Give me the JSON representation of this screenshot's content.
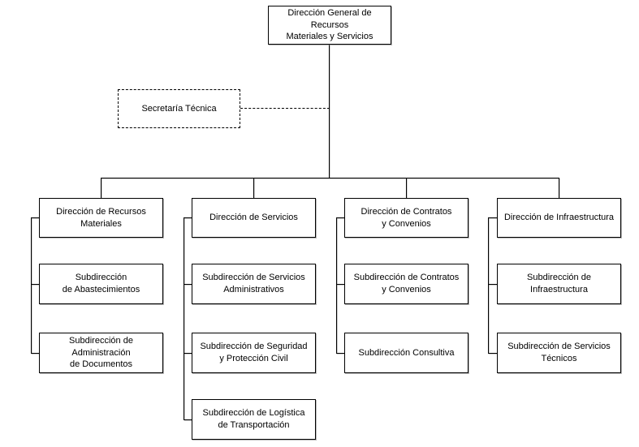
{
  "org_chart": {
    "root": {
      "label": "Dirección General de Recursos\nMateriales y Servicios"
    },
    "advisory": {
      "label": "Secretaría Técnica"
    },
    "columns": [
      {
        "head": {
          "label": "Dirección de Recursos\nMateriales"
        },
        "children": [
          {
            "label": "Subdirección\nde Abastecimientos"
          },
          {
            "label": "Subdirección de Administración\nde Documentos"
          }
        ]
      },
      {
        "head": {
          "label": "Dirección de Servicios"
        },
        "children": [
          {
            "label": "Subdirección de Servicios\nAdministrativos"
          },
          {
            "label": "Subdirección de Seguridad\ny Protección Civil"
          },
          {
            "label": "Subdirección de Logística\nde Transportación"
          }
        ]
      },
      {
        "head": {
          "label": "Dirección de Contratos\ny Convenios"
        },
        "children": [
          {
            "label": "Subdirección de Contratos\ny Convenios"
          },
          {
            "label": "Subdirección Consultiva"
          }
        ]
      },
      {
        "head": {
          "label": "Dirección de Infraestructura"
        },
        "children": [
          {
            "label": "Subdirección de Infraestructura"
          },
          {
            "label": "Subdirección de Servicios\nTécnicos"
          }
        ]
      }
    ],
    "colors": {
      "background": "#ffffff",
      "box_fill": "#ffffff",
      "box_border": "#000000",
      "line": "#000000",
      "text": "#000000"
    }
  }
}
